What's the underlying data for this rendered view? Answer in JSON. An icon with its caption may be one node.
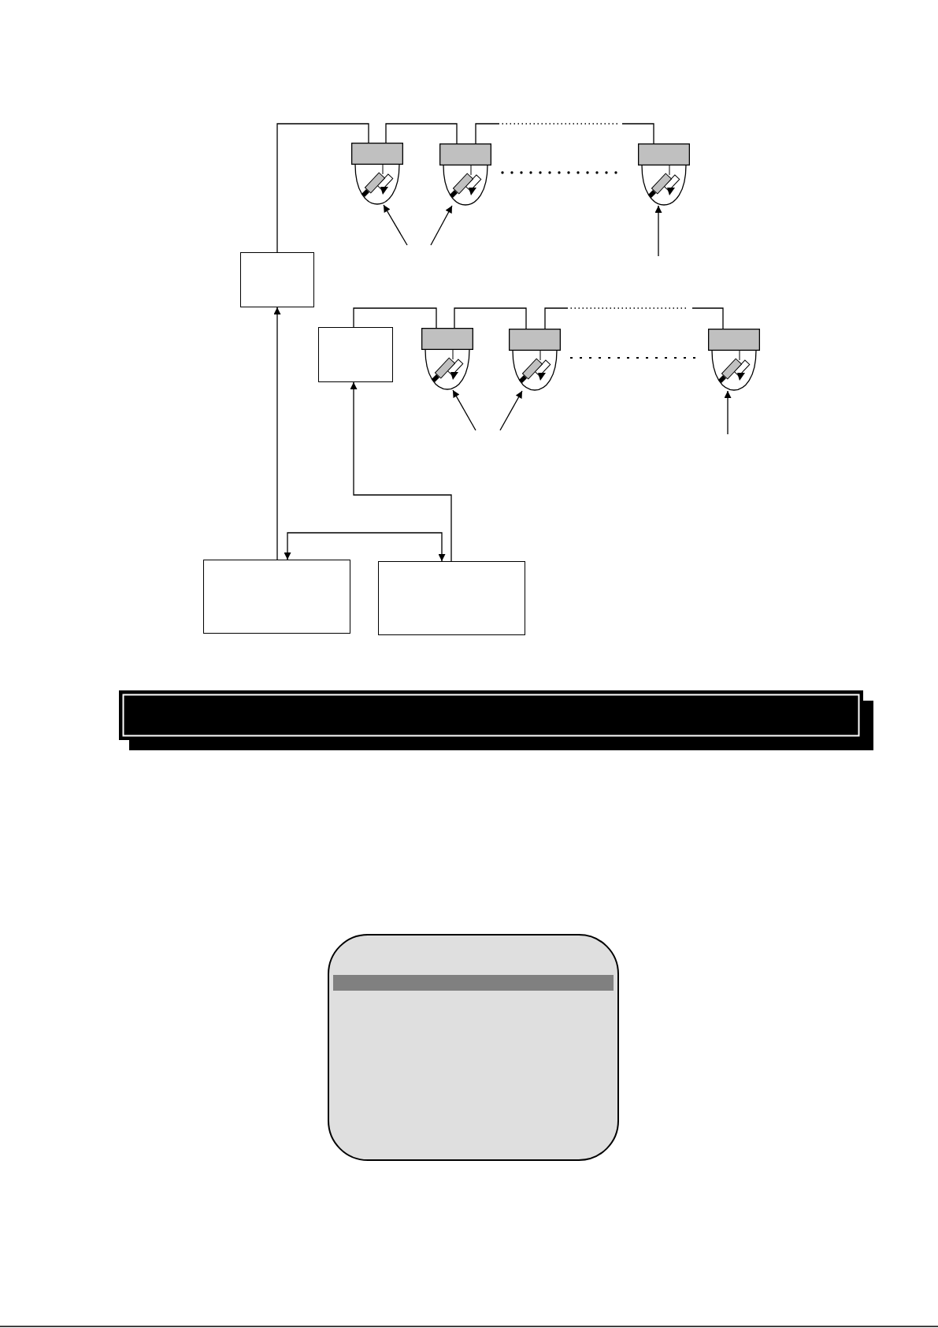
{
  "diagram": {
    "nodes": [
      {
        "text": [],
        "shape": "camera"
      },
      {
        "text": [],
        "shape": "camera"
      },
      {
        "text": [],
        "shape": "camera"
      },
      {
        "text": [],
        "shape": "box"
      },
      {
        "text": [],
        "shape": "box"
      },
      {
        "text": [],
        "shape": "camera"
      },
      {
        "text": [],
        "shape": "camera"
      },
      {
        "text": [],
        "shape": "camera"
      },
      {
        "text": [],
        "shape": "box"
      },
      {
        "text": [],
        "shape": "box"
      },
      {
        "text": [],
        "shape": "bar"
      },
      {
        "text": [],
        "shape": "box"
      },
      {
        "text": [],
        "shape": "bar",
        "in": 11
      }
    ],
    "edges": [
      {
        "from": 3,
        "to": 0,
        "arrow": "none"
      },
      {
        "from": 0,
        "to": 1,
        "arrow": "none"
      },
      {
        "from": 1,
        "to": 2,
        "arrow": "none",
        "style": "dashed"
      },
      {
        "from": 4,
        "to": 5,
        "arrow": "none"
      },
      {
        "from": 5,
        "to": 6,
        "arrow": "none"
      },
      {
        "from": 6,
        "to": 7,
        "arrow": "none",
        "style": "dashed"
      },
      {
        "from": 8,
        "to": 3,
        "arrow": "to"
      },
      {
        "from": 9,
        "to": 4,
        "arrow": "to"
      },
      {
        "from": 8,
        "to": 9,
        "arrow": "both"
      },
      {
        "from": null,
        "to": 0,
        "arrow": "to"
      },
      {
        "from": null,
        "to": 1,
        "arrow": "to"
      },
      {
        "from": null,
        "to": 2,
        "arrow": "to"
      },
      {
        "from": null,
        "to": 5,
        "arrow": "to"
      },
      {
        "from": null,
        "to": 6,
        "arrow": "to"
      },
      {
        "from": null,
        "to": 7,
        "arrow": "to"
      }
    ]
  }
}
